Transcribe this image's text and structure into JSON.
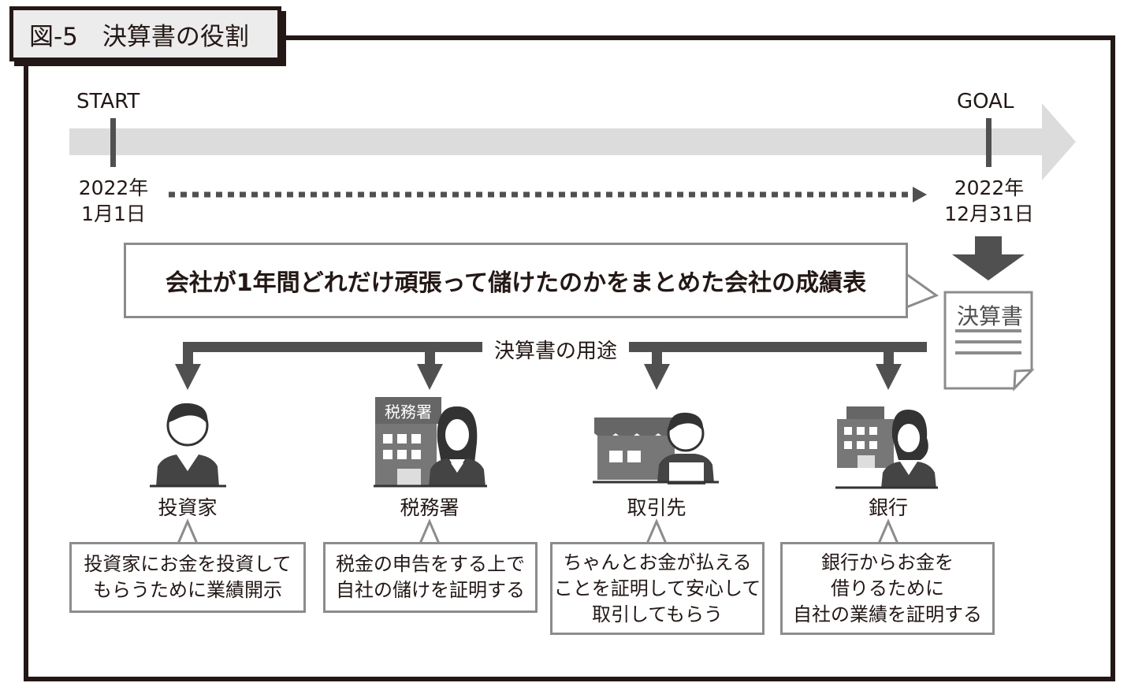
{
  "figure": {
    "title": "図-5　決算書の役割"
  },
  "timeline": {
    "start_label": "START",
    "goal_label": "GOAL",
    "start_date_line1": "2022年",
    "start_date_line2": "1月1日",
    "end_date_line1": "2022年",
    "end_date_line2": "12月31日"
  },
  "summary": "会社が1年間どれだけ頑張って儲けたのかをまとめた会社の成績表",
  "document_label": "決算書",
  "uses_label": "決算書の用途",
  "entities": [
    {
      "name": "投資家",
      "desc": [
        "投資家にお金を投資して",
        "もらうために業績開示"
      ]
    },
    {
      "name": "税務署",
      "sign": "税務署",
      "desc": [
        "税金の申告をする上で",
        "自社の儲けを証明する"
      ]
    },
    {
      "name": "取引先",
      "desc": [
        "ちゃんとお金が払える",
        "ことを証明して安心して",
        "取引してもらう"
      ]
    },
    {
      "name": "銀行",
      "desc": [
        "銀行からお金を",
        "借りるために",
        "自社の業績を証明する"
      ]
    }
  ],
  "colors": {
    "frame": "#231815",
    "timeline_bar": "#dcdcdc",
    "dark_gray": "#505050",
    "box_border": "#8c8c8c",
    "title_bg": "#ececec"
  }
}
